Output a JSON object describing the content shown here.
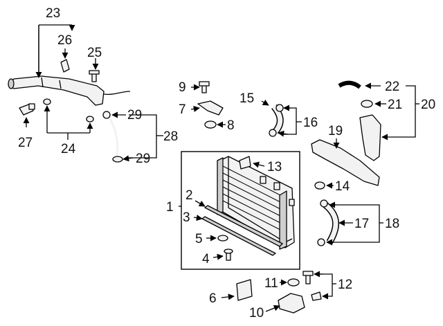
{
  "diagram": {
    "callouts": {
      "c1": "1",
      "c2": "2",
      "c3": "3",
      "c4": "4",
      "c5": "5",
      "c6": "6",
      "c7": "7",
      "c8": "8",
      "c9": "9",
      "c10": "10",
      "c11": "11",
      "c12": "12",
      "c13": "13",
      "c14": "14",
      "c15": "15",
      "c16": "16",
      "c17": "17",
      "c18": "18",
      "c19": "19",
      "c20": "20",
      "c21": "21",
      "c22": "22",
      "c23": "23",
      "c24": "24",
      "c25": "25",
      "c26": "26",
      "c27": "27",
      "c28": "28",
      "c29a": "29",
      "c29b": "29"
    },
    "colors": {
      "line": "#000000",
      "part_fill": "#f2f2f2",
      "part_shade": "#cfcfcf",
      "background": "#ffffff"
    }
  }
}
